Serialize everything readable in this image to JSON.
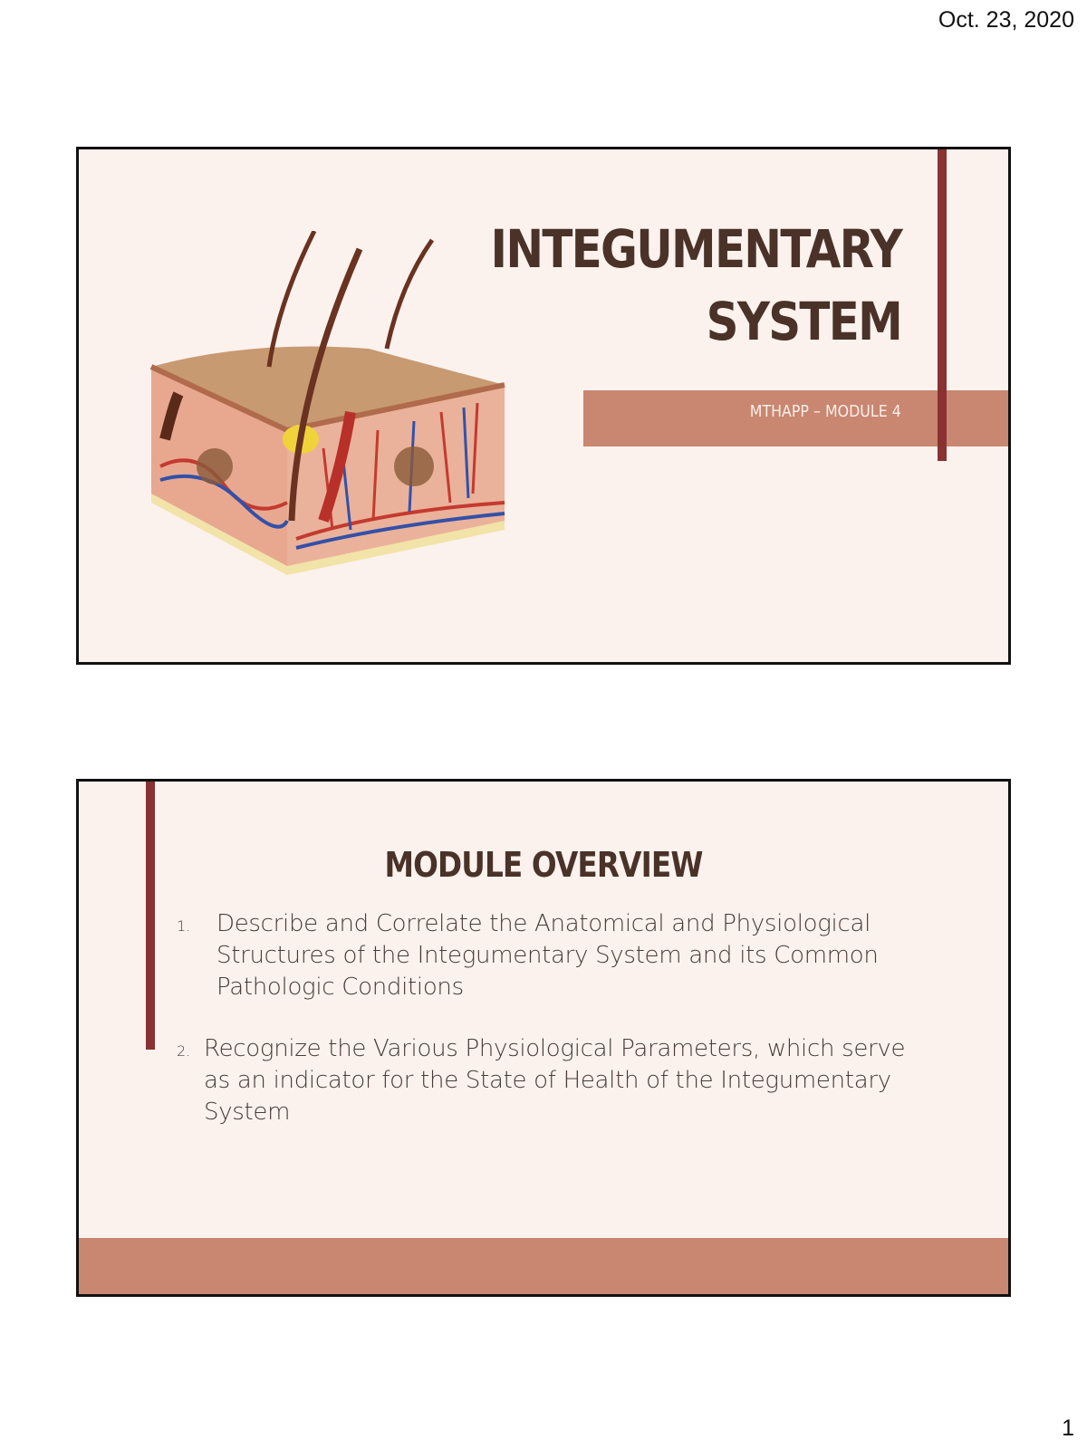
{
  "header": {
    "date": "Oct. 23, 2020"
  },
  "footer": {
    "page_number": "1"
  },
  "slide1": {
    "title": "INTEGUMENTARY\nSYSTEM",
    "subtitle": "MTHAPP – MODULE 4",
    "image": "skin-cross-section-illustration"
  },
  "slide2": {
    "heading": "MODULE OVERVIEW",
    "objectives": [
      {
        "number": "1.",
        "text": "Describe and Correlate the Anatomical and Physiological Structures of the Integumentary System and its Common Pathologic Conditions"
      },
      {
        "number": "2.",
        "text": "Recognize the Various Physiological Parameters, which serve as an indicator for the State of Health of the Integumentary System"
      }
    ]
  },
  "colors": {
    "slide_background": "#fbf2ee",
    "accent_bar": "#8a3232",
    "band": "#c98670",
    "title_text": "#4a3228"
  }
}
